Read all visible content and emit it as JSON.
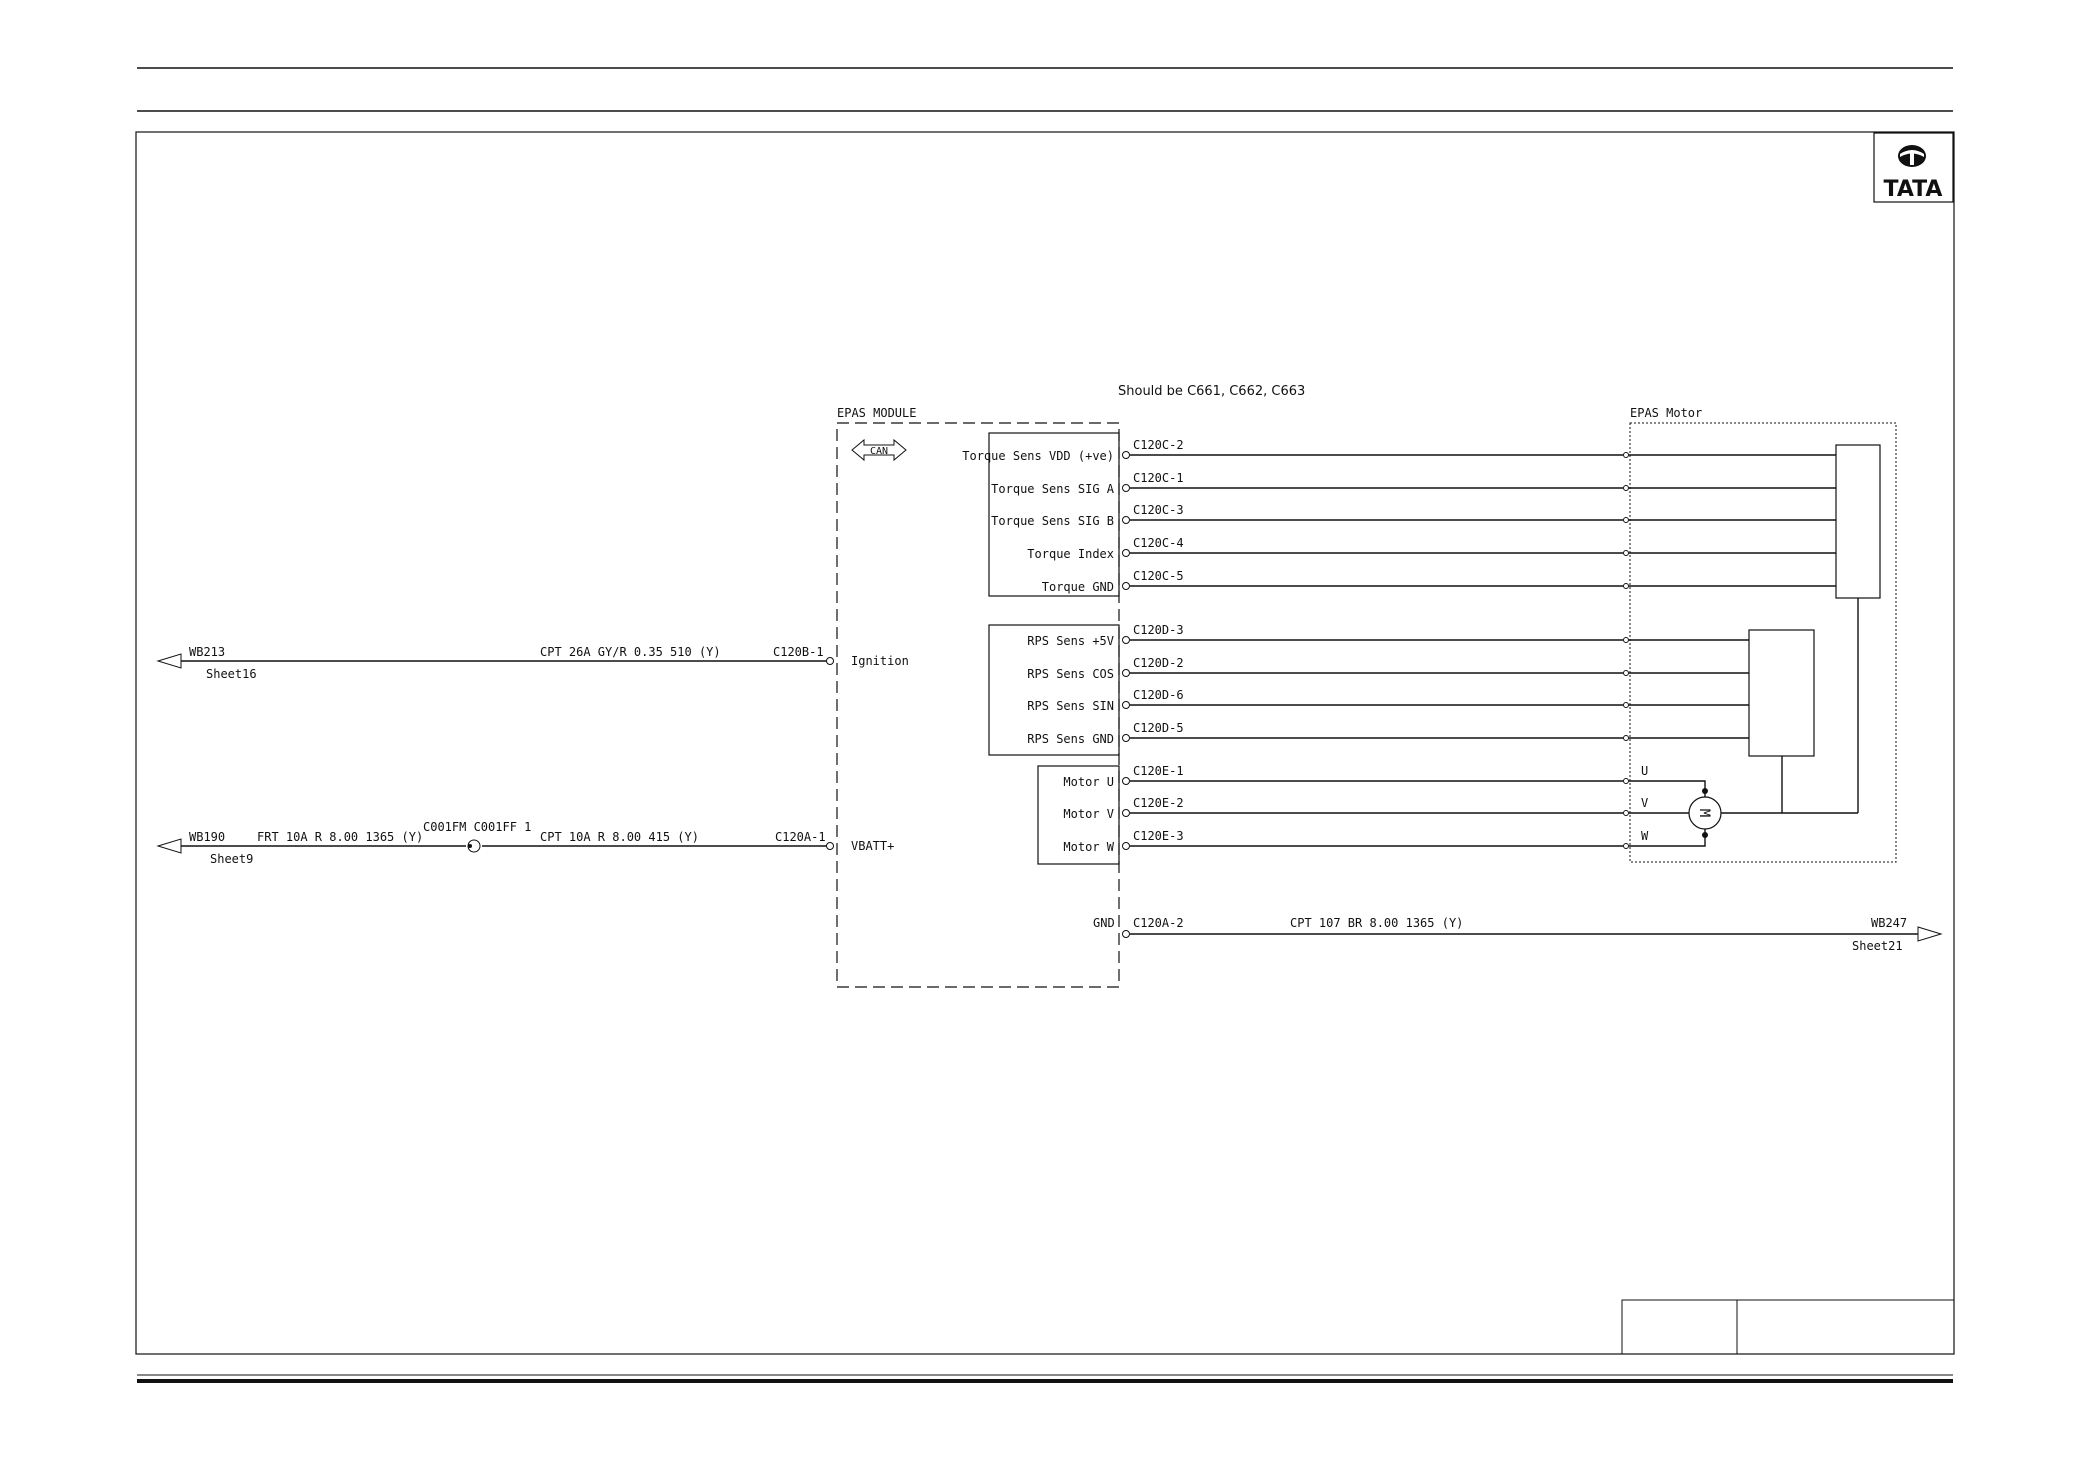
{
  "logo": {
    "text": "TATA"
  },
  "note": "Should be C661, C662, C663",
  "epas_module": {
    "title": "EPAS MODULE",
    "can_label": "CAN",
    "ignition_label": "Ignition",
    "vbatt_label": "VBATT+",
    "gnd_label": "GND",
    "torque_pins": [
      {
        "label": "Torque  Sens  VDD  (+ve)",
        "connector": "C120C-2"
      },
      {
        "label": "Torque  Sens  SIG  A",
        "connector": "C120C-1"
      },
      {
        "label": "Torque  Sens  SIG  B",
        "connector": "C120C-3"
      },
      {
        "label": "Torque  Index",
        "connector": "C120C-4"
      },
      {
        "label": "Torque  GND",
        "connector": "C120C-5"
      }
    ],
    "rps_pins": [
      {
        "label": "RPS  Sens  +5V",
        "connector": "C120D-3"
      },
      {
        "label": "RPS  Sens  COS",
        "connector": "C120D-2"
      },
      {
        "label": "RPS  Sens  SIN",
        "connector": "C120D-6"
      },
      {
        "label": "RPS  Sens  GND",
        "connector": "C120D-5"
      }
    ],
    "motor_pins": [
      {
        "label": "Motor  U",
        "connector": "C120E-1",
        "phase": "U"
      },
      {
        "label": "Motor  V",
        "connector": "C120E-2",
        "phase": "V"
      },
      {
        "label": "Motor  W",
        "connector": "C120E-3",
        "phase": "W"
      }
    ]
  },
  "epas_motor": {
    "title": "EPAS  Motor",
    "motor_symbol": "M"
  },
  "wires": {
    "ignition": {
      "ref": "WB213",
      "sheet": "Sheet16",
      "spec": "CPT   26A  GY/R  0.35  510  (Y)",
      "connector": "C120B-1"
    },
    "vbatt": {
      "ref": "WB190",
      "sheet": "Sheet9",
      "spec_left": "FRT   10A  R  8.00  1365  (Y)",
      "inline_connector": "C001FM  C001FF  1",
      "spec_right": "CPT   10A  R  8.00  415  (Y)",
      "connector": "C120A-1"
    },
    "ground": {
      "ref": "WB247",
      "sheet": "Sheet21",
      "spec": "CPT   107  BR  8.00  1365  (Y)",
      "connector": "C120A-2"
    }
  }
}
